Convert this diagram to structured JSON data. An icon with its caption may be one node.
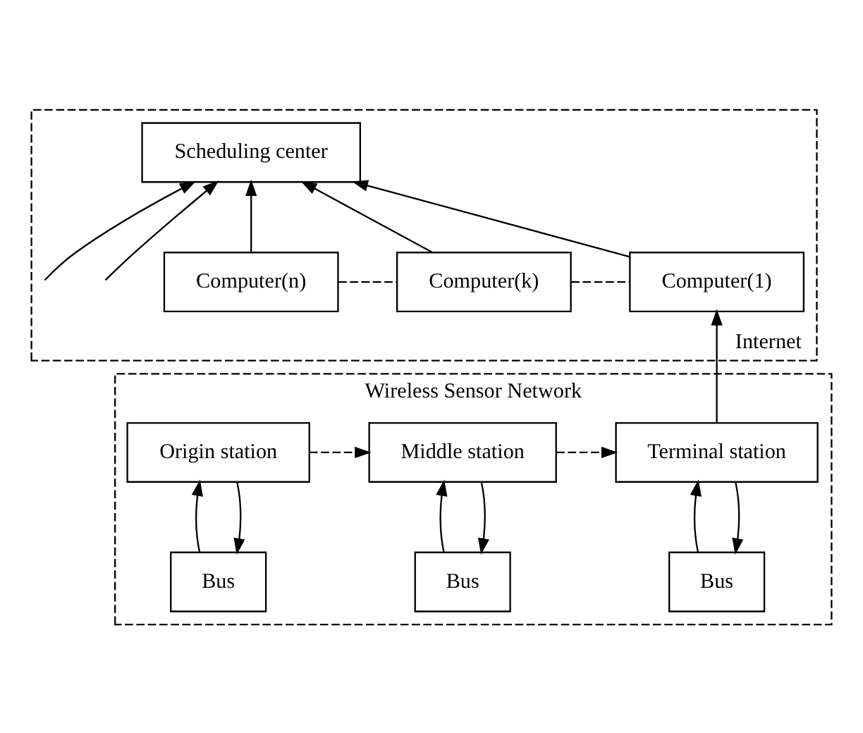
{
  "diagram": {
    "nodes": [
      {
        "text": [
          "Internet"
        ]
      },
      {
        "text": [
          "Scheduling center"
        ],
        "in": 0
      },
      {
        "text": [
          "Computer(n)"
        ],
        "in": 0
      },
      {
        "text": [
          "Computer(k)"
        ],
        "in": 0
      },
      {
        "text": [
          "Computer(1)"
        ],
        "in": 0
      },
      {
        "text": [
          "Wireless Sensor Network"
        ]
      },
      {
        "text": [
          "Origin station"
        ],
        "in": 5
      },
      {
        "text": [
          "Middle station"
        ],
        "in": 5
      },
      {
        "text": [
          "Terminal station"
        ],
        "in": 5
      },
      {
        "text": [
          "Bus"
        ],
        "in": 5
      },
      {
        "text": [
          "Bus"
        ],
        "in": 5
      },
      {
        "text": [
          "Bus"
        ],
        "in": 5
      }
    ],
    "edges": [
      {
        "from": 2,
        "to": 1,
        "arrow": "to"
      },
      {
        "from": null,
        "to": 1,
        "arrow": "to"
      },
      {
        "from": 3,
        "to": 1,
        "arrow": "to"
      },
      {
        "from": null,
        "to": 1,
        "arrow": "to"
      },
      {
        "from": 4,
        "to": 1,
        "arrow": "to"
      },
      {
        "from": 2,
        "to": 3,
        "arrow": "none",
        "style": "dashed"
      },
      {
        "from": 3,
        "to": 4,
        "arrow": "none",
        "style": "dashed"
      },
      {
        "from": 6,
        "to": 7,
        "arrow": "to",
        "style": "dashed"
      },
      {
        "from": 7,
        "to": 8,
        "arrow": "to",
        "style": "dashed"
      },
      {
        "from": 8,
        "to": 4,
        "arrow": "to"
      },
      {
        "from": 6,
        "to": 9,
        "arrow": "to"
      },
      {
        "from": 9,
        "to": 6,
        "arrow": "to"
      },
      {
        "from": 7,
        "to": 10,
        "arrow": "to"
      },
      {
        "from": 10,
        "to": 7,
        "arrow": "to"
      },
      {
        "from": 8,
        "to": 11,
        "arrow": "to"
      },
      {
        "from": 11,
        "to": 8,
        "arrow": "to"
      }
    ]
  }
}
